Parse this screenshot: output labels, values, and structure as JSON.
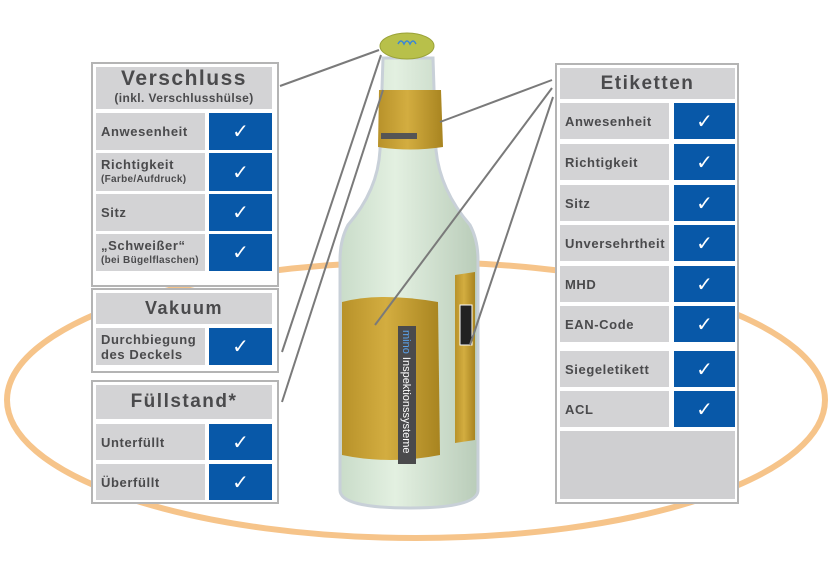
{
  "verschluss": {
    "title": "Verschluss",
    "subtitle": "(inkl. Verschlusshülse)",
    "items": [
      {
        "label": "Anwesenheit",
        "sub": "",
        "check": "✓"
      },
      {
        "label": "Richtigkeit",
        "sub": "(Farbe/Aufdruck)",
        "check": "✓"
      },
      {
        "label": "Sitz",
        "sub": "",
        "check": "✓"
      },
      {
        "label": "„Schweißer“",
        "sub": "(bei Bügelflaschen)",
        "check": "✓"
      }
    ]
  },
  "vakuum": {
    "title": "Vakuum",
    "items": [
      {
        "label": "Durchbiegung",
        "label2": "des Deckels",
        "check": "✓"
      }
    ]
  },
  "fuellstand": {
    "title": "Füllstand*",
    "items": [
      {
        "label": "Unterfüllt",
        "check": "✓"
      },
      {
        "label": "Überfüllt",
        "check": "✓"
      }
    ]
  },
  "etiketten": {
    "title": "Etiketten",
    "items": [
      {
        "label": "Anwesenheit",
        "check": "✓"
      },
      {
        "label": "Richtigkeit",
        "check": "✓"
      },
      {
        "label": "Sitz",
        "check": "✓"
      },
      {
        "label": "Unversehrtheit",
        "check": "✓"
      },
      {
        "label": "MHD",
        "check": "✓"
      },
      {
        "label": "EAN-Code",
        "check": "✓"
      },
      {
        "label": "Siegeletikett",
        "check": "✓"
      },
      {
        "label": "ACL",
        "check": "✓"
      }
    ]
  },
  "bottle_label": {
    "brand": "mino",
    "text": "Inspektionssysteme"
  },
  "colors": {
    "check_bg": "#0858a8",
    "cell_bg": "#d3d3d5",
    "ring": "#f6c48a",
    "label_gold": "#c9a232",
    "glass": "#d8ead8"
  }
}
